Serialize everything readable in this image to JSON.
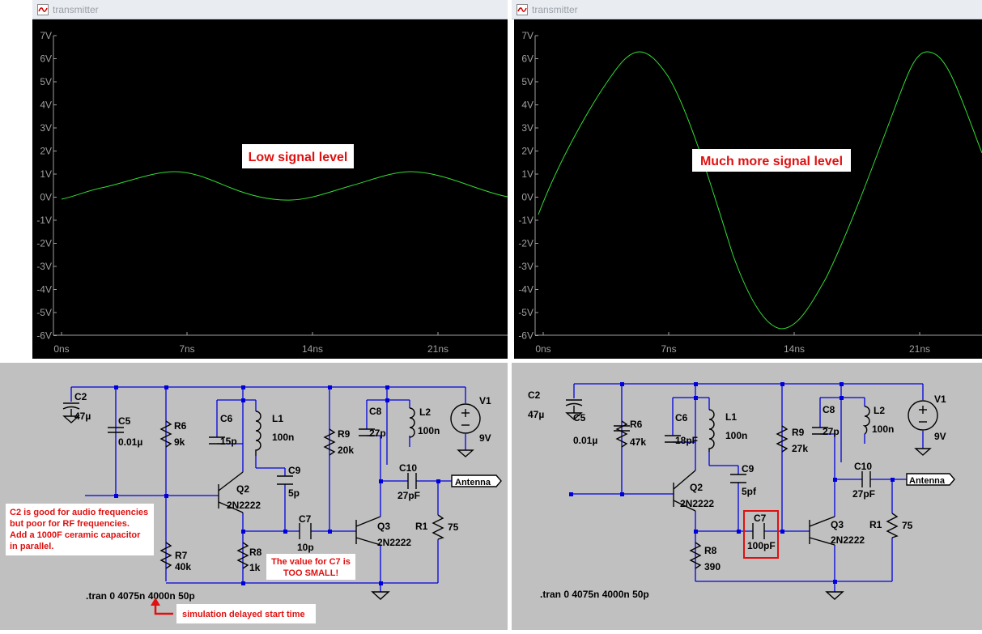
{
  "left_window": {
    "title": "transmitter",
    "y_ticks": [
      "7V",
      "6V",
      "5V",
      "4V",
      "3V",
      "2V",
      "1V",
      "0V",
      "-1V",
      "-2V",
      "-3V",
      "-4V",
      "-5V",
      "-6V"
    ],
    "x_ticks": [
      "0ns",
      "7ns",
      "14ns",
      "21ns"
    ],
    "note": "Low signal level",
    "components": {
      "c2": {
        "name": "C2",
        "value": "47µ"
      },
      "c5": {
        "name": "C5",
        "value": "0.01µ"
      },
      "r6": {
        "name": "R6",
        "value": "9k"
      },
      "c6": {
        "name": "C6",
        "value": "15p"
      },
      "l1": {
        "name": "L1",
        "value": "100n"
      },
      "c9": {
        "name": "C9",
        "value": "5p"
      },
      "q2": {
        "name": "Q2",
        "value": "2N2222"
      },
      "r9": {
        "name": "R9",
        "value": "20k"
      },
      "c8": {
        "name": "C8",
        "value": "27p"
      },
      "l2": {
        "name": "L2",
        "value": "100n"
      },
      "v1": {
        "name": "V1",
        "value": "9V"
      },
      "c10": {
        "name": "C10",
        "value": "27pF"
      },
      "r1": {
        "name": "R1",
        "value": "75"
      },
      "q3": {
        "name": "Q3",
        "value": "2N2222"
      },
      "c7": {
        "name": "C7",
        "value": "10p"
      },
      "r7": {
        "name": "R7",
        "value": "40k"
      },
      "r8": {
        "name": "R8",
        "value": "1k"
      }
    },
    "antenna": "Antenna",
    "tran": ".tran 0 4075n 4000n 50p",
    "annotation_c2": [
      "C2 is good for audio frequencies",
      "but poor for RF frequencies.",
      "Add a 1000F ceramic capacitor",
      "in parallel."
    ],
    "annotation_c7": [
      "The value for C7 is",
      "TOO SMALL!"
    ],
    "annotation_delay": "simulation delayed start time"
  },
  "right_window": {
    "title": "transmitter",
    "y_ticks": [
      "7V",
      "6V",
      "5V",
      "4V",
      "3V",
      "2V",
      "1V",
      "0V",
      "-1V",
      "-2V",
      "-3V",
      "-4V",
      "-5V",
      "-6V"
    ],
    "x_ticks": [
      "0ns",
      "7ns",
      "14ns",
      "21ns"
    ],
    "note": "Much more signal level",
    "components": {
      "c2": {
        "name": "C2",
        "value": "47µ"
      },
      "c5": {
        "name": "C5",
        "value": "0.01µ"
      },
      "r6": {
        "name": "R6",
        "value": "47k"
      },
      "c6": {
        "name": "C6",
        "value": "18pF"
      },
      "l1": {
        "name": "L1",
        "value": "100n"
      },
      "c9": {
        "name": "C9",
        "value": "5pf"
      },
      "q2": {
        "name": "Q2",
        "value": "2N2222"
      },
      "r9": {
        "name": "R9",
        "value": "27k"
      },
      "c8": {
        "name": "C8",
        "value": "27p"
      },
      "l2": {
        "name": "L2",
        "value": "100n"
      },
      "v1": {
        "name": "V1",
        "value": "9V"
      },
      "c10": {
        "name": "C10",
        "value": "27pF"
      },
      "r1": {
        "name": "R1",
        "value": "75"
      },
      "q3": {
        "name": "Q3",
        "value": "2N2222"
      },
      "c7": {
        "name": "C7",
        "value": "100pF"
      },
      "r8": {
        "name": "R8",
        "value": "390"
      }
    },
    "antenna": "Antenna",
    "tran": ".tran 0 4075n 4000n 50p"
  },
  "colors": {
    "trace": "#33dd33",
    "axis": "#a0a0a0",
    "wire": "#0000dd",
    "component": "#000000",
    "note_red": "#e01010"
  }
}
